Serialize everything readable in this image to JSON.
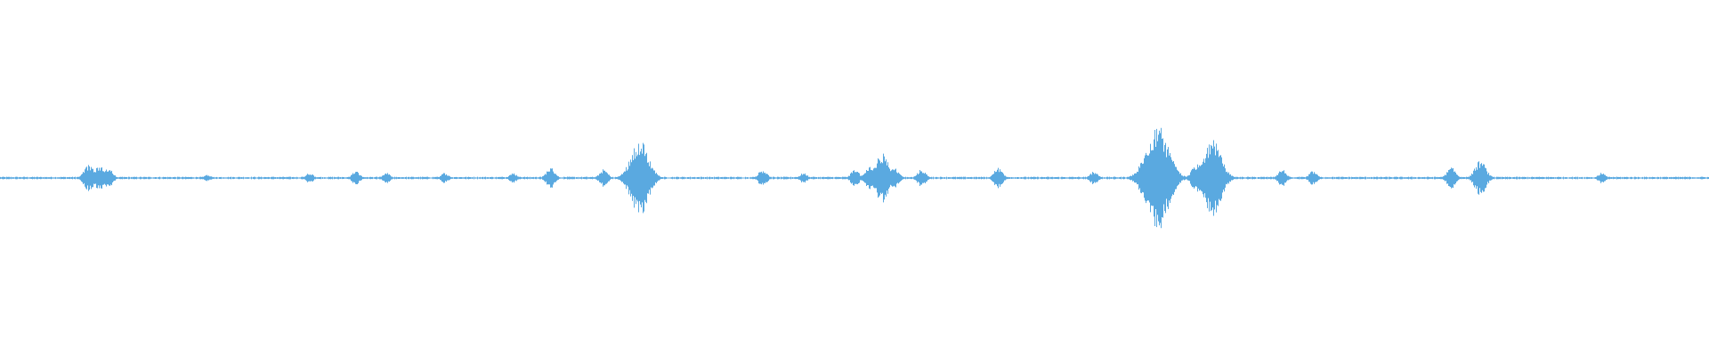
{
  "waveform": {
    "color": "#5aa9e0",
    "background": "#ffffff",
    "baseline_amplitude": 0.006,
    "events": [
      {
        "t": 0.052,
        "amp": 0.08
      },
      {
        "t": 0.058,
        "amp": 0.07
      },
      {
        "t": 0.063,
        "amp": 0.06
      },
      {
        "t": 0.121,
        "amp": 0.02
      },
      {
        "t": 0.181,
        "amp": 0.03
      },
      {
        "t": 0.208,
        "amp": 0.04
      },
      {
        "t": 0.226,
        "amp": 0.03
      },
      {
        "t": 0.26,
        "amp": 0.03
      },
      {
        "t": 0.3,
        "amp": 0.03
      },
      {
        "t": 0.322,
        "amp": 0.06
      },
      {
        "t": 0.353,
        "amp": 0.05
      },
      {
        "t": 0.368,
        "amp": 0.06
      },
      {
        "t": 0.374,
        "amp": 0.22
      },
      {
        "t": 0.381,
        "amp": 0.05
      },
      {
        "t": 0.446,
        "amp": 0.05
      },
      {
        "t": 0.47,
        "amp": 0.03
      },
      {
        "t": 0.5,
        "amp": 0.05
      },
      {
        "t": 0.509,
        "amp": 0.07
      },
      {
        "t": 0.516,
        "amp": 0.14
      },
      {
        "t": 0.523,
        "amp": 0.06
      },
      {
        "t": 0.539,
        "amp": 0.05
      },
      {
        "t": 0.584,
        "amp": 0.06
      },
      {
        "t": 0.64,
        "amp": 0.04
      },
      {
        "t": 0.673,
        "amp": 0.08
      },
      {
        "t": 0.677,
        "amp": 0.3
      },
      {
        "t": 0.681,
        "amp": 0.2
      },
      {
        "t": 0.7,
        "amp": 0.08
      },
      {
        "t": 0.706,
        "amp": 0.12
      },
      {
        "t": 0.709,
        "amp": 0.22
      },
      {
        "t": 0.75,
        "amp": 0.05
      },
      {
        "t": 0.768,
        "amp": 0.04
      },
      {
        "t": 0.849,
        "amp": 0.06
      },
      {
        "t": 0.866,
        "amp": 0.1
      },
      {
        "t": 0.937,
        "amp": 0.03
      }
    ]
  }
}
